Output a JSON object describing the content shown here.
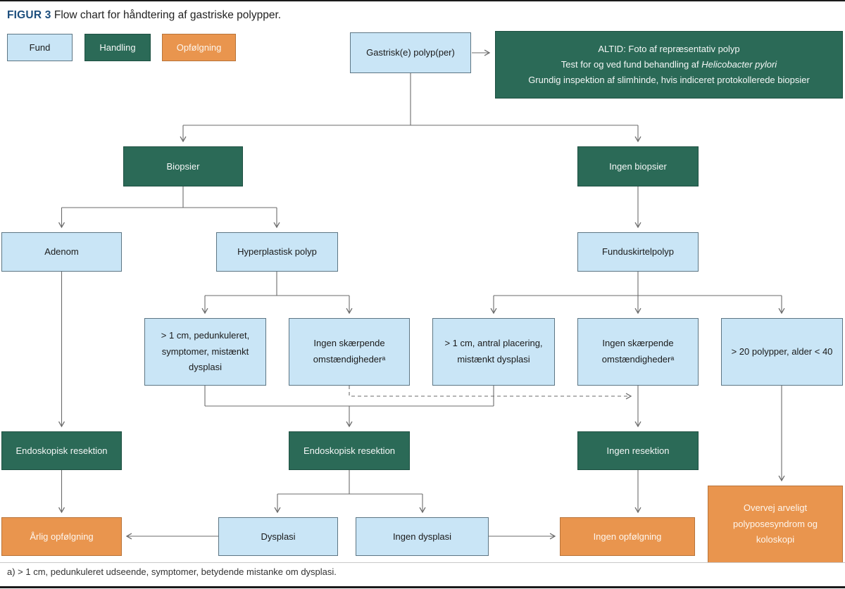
{
  "figure": {
    "label": "FIGUR 3",
    "title": " Flow chart for håndtering af gastriske polypper."
  },
  "legend": [
    {
      "label": "Fund",
      "type": "finding",
      "color": "#c9e5f6"
    },
    {
      "label": "Handling",
      "type": "action",
      "color": "#2b6a57"
    },
    {
      "label": "Opfølgning",
      "type": "followup",
      "color": "#e9954e"
    }
  ],
  "colors": {
    "finding_fill": "#c9e5f6",
    "action_fill": "#2b6a57",
    "followup_fill": "#e9954e",
    "connector": "#6b6b6b",
    "title_accent": "#1c4e7d"
  },
  "nodes": {
    "gastrisk": "Gastrisk(e) polyp(per)",
    "altid_line1": "ALTID: Foto af repræsentativ polyp",
    "altid_line2_prefix": "Test for og ved fund behandling af ",
    "altid_line2_italic": "Helicobacter pylori",
    "altid_line3": "Grundig inspektion af slimhinde, hvis indiceret protokollerede biopsier",
    "biopsier": "Biopsier",
    "ingen_biopsier": "Ingen biopsier",
    "adenom": "Adenom",
    "hyperplastisk": "Hyperplastisk polyp",
    "funduskirtel": "Funduskirtelpolyp",
    "cond_pedunkuleret": "> 1 cm, pedunkuleret, symptomer, mistænkt dysplasi",
    "cond_ingen_skaerpende_1": "Ingen skærpende omstændighederᵃ",
    "cond_antral": "> 1 cm, antral placering, mistænkt dysplasi",
    "cond_ingen_skaerpende_2": "Ingen skærpende omstændighederᵃ",
    "cond_polypper": "> 20 polypper, alder < 40",
    "endoskopisk_resektion_1": "Endoskopisk resektion",
    "endoskopisk_resektion_2": "Endoskopisk resektion",
    "ingen_resektion": "Ingen resektion",
    "aarlig_opfoelgning": "Årlig opfølgning",
    "dysplasi": "Dysplasi",
    "ingen_dysplasi": "Ingen dysplasi",
    "ingen_opfoelgning": "Ingen opfølgning",
    "overvej": "Overvej arveligt polyposesyndrom og koloskopi"
  },
  "footnote": "a) > 1 cm, pedunkuleret udseende, symptomer, betydende mistanke om dysplasi."
}
